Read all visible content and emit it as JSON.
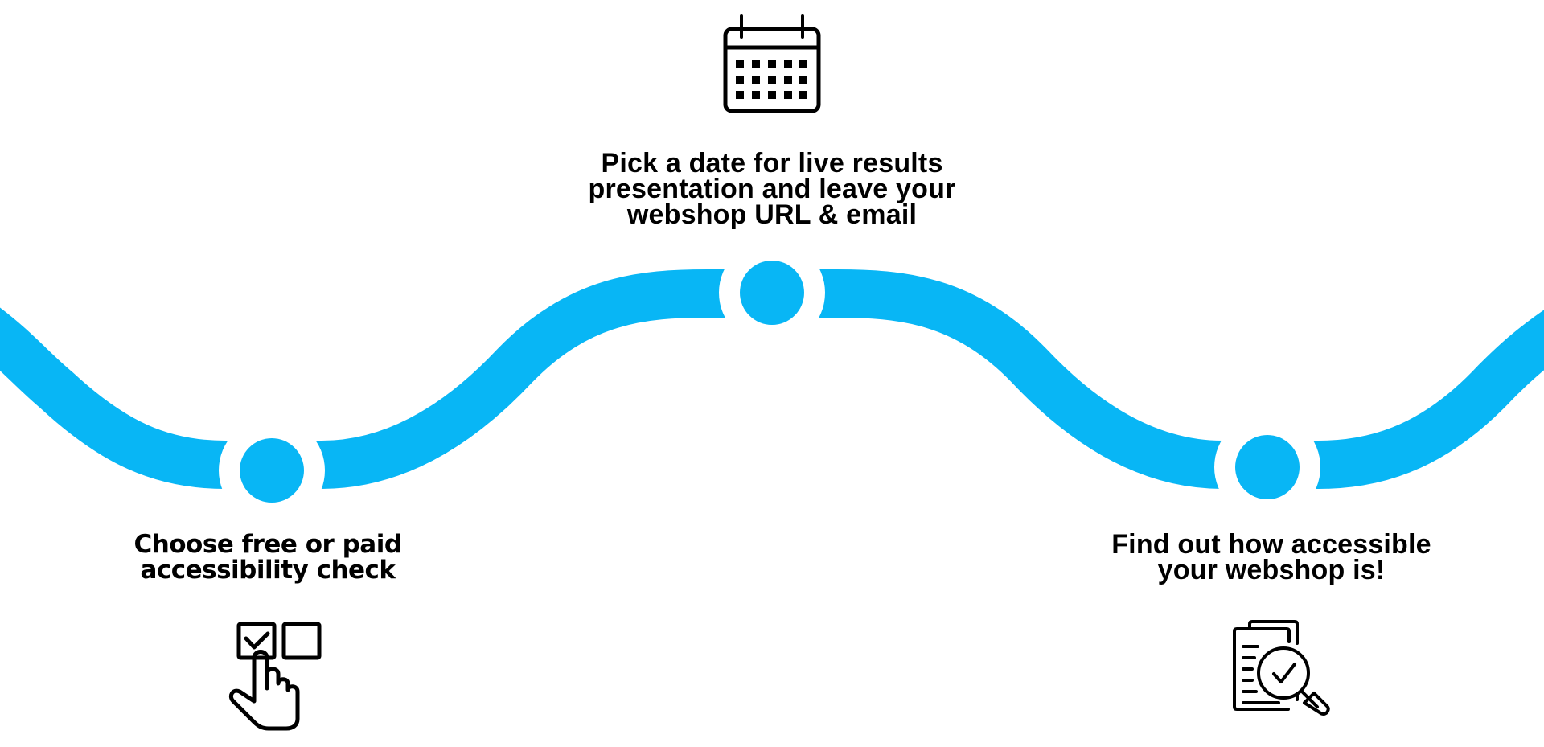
{
  "accent_color": "#08B6F5",
  "text_color": "#000000",
  "steps": [
    {
      "id": "step-1",
      "icon": "checkbox-hand-icon",
      "lines": [
        "Choose free or paid",
        "accessibility check"
      ]
    },
    {
      "id": "step-2",
      "icon": "calendar-icon",
      "lines": [
        "Pick a date for live results",
        "presentation and leave your",
        "webshop URL & email"
      ]
    },
    {
      "id": "step-3",
      "icon": "document-search-check-icon",
      "lines": [
        "Find out how accessible",
        "your webshop is!"
      ]
    }
  ]
}
